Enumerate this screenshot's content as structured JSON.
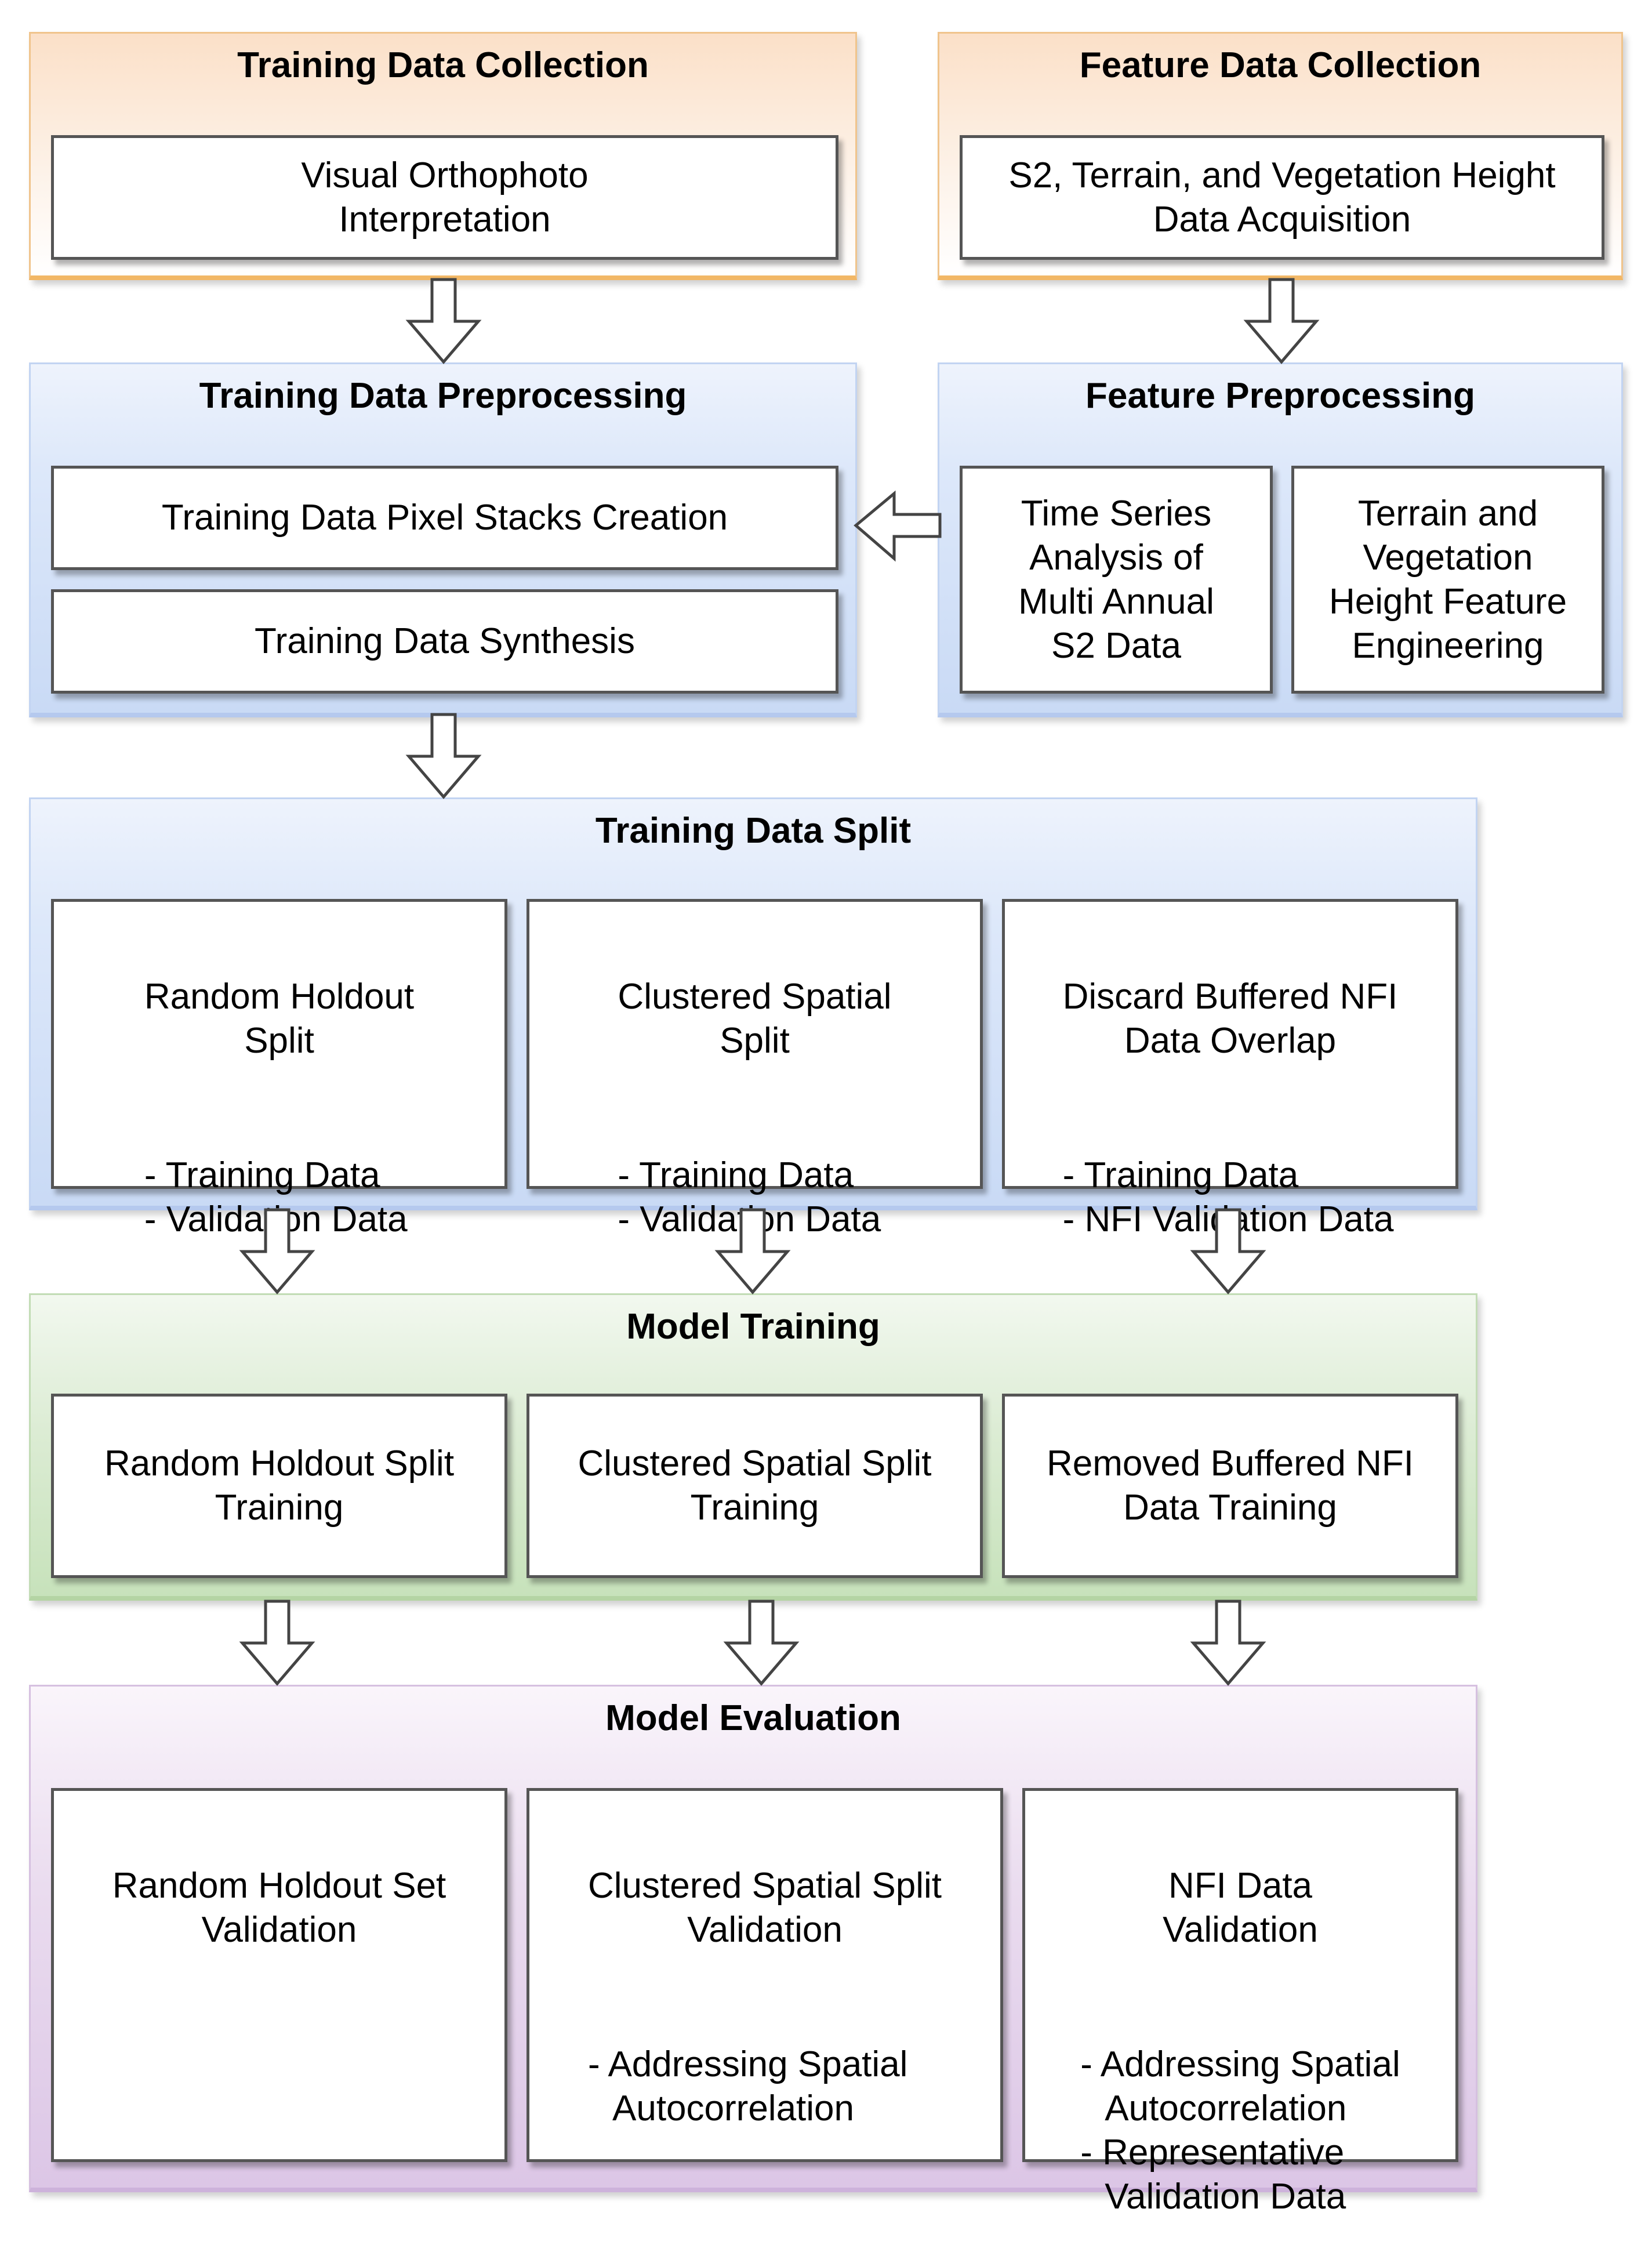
{
  "groups": {
    "training_collection": {
      "title": "Training Data Collection",
      "boxes": [
        "Visual Orthophoto\nInterpretation"
      ]
    },
    "feature_collection": {
      "title": "Feature Data Collection",
      "boxes": [
        "S2, Terrain, and Vegetation Height\nData Acquisition"
      ]
    },
    "training_preprocessing": {
      "title": "Training Data Preprocessing",
      "boxes": [
        "Training Data Pixel Stacks Creation",
        "Training Data Synthesis"
      ]
    },
    "feature_preprocessing": {
      "title": "Feature Preprocessing",
      "boxes": [
        "Time Series\nAnalysis of\nMulti Annual\nS2 Data",
        "Terrain and\nVegetation\nHeight Feature\nEngineering"
      ]
    },
    "split": {
      "title": "Training Data Split",
      "boxes": [
        {
          "heading": "Random Holdout\nSplit",
          "items": [
            "- Training Data",
            "- Validation Data"
          ]
        },
        {
          "heading": "Clustered Spatial\nSplit",
          "items": [
            "- Training Data",
            "- Validation Data"
          ]
        },
        {
          "heading": "Discard Buffered NFI\nData Overlap",
          "items": [
            "- Training Data",
            "- NFI Validation Data"
          ]
        }
      ]
    },
    "training": {
      "title": "Model Training",
      "boxes": [
        "Random Holdout Split\nTraining",
        "Clustered Spatial Split\nTraining",
        "Removed Buffered NFI\nData Training"
      ]
    },
    "evaluation": {
      "title": "Model Evaluation",
      "boxes": [
        {
          "heading": "Random Holdout Set\nValidation",
          "items": []
        },
        {
          "heading": "Clustered Spatial Split\nValidation",
          "items": [
            "- Addressing Spatial\nAutocorrelation"
          ]
        },
        {
          "heading": "NFI Data\nValidation",
          "items": [
            "- Addressing Spatial\nAutocorrelation",
            "- Representative\nValidation Data"
          ]
        }
      ]
    }
  }
}
